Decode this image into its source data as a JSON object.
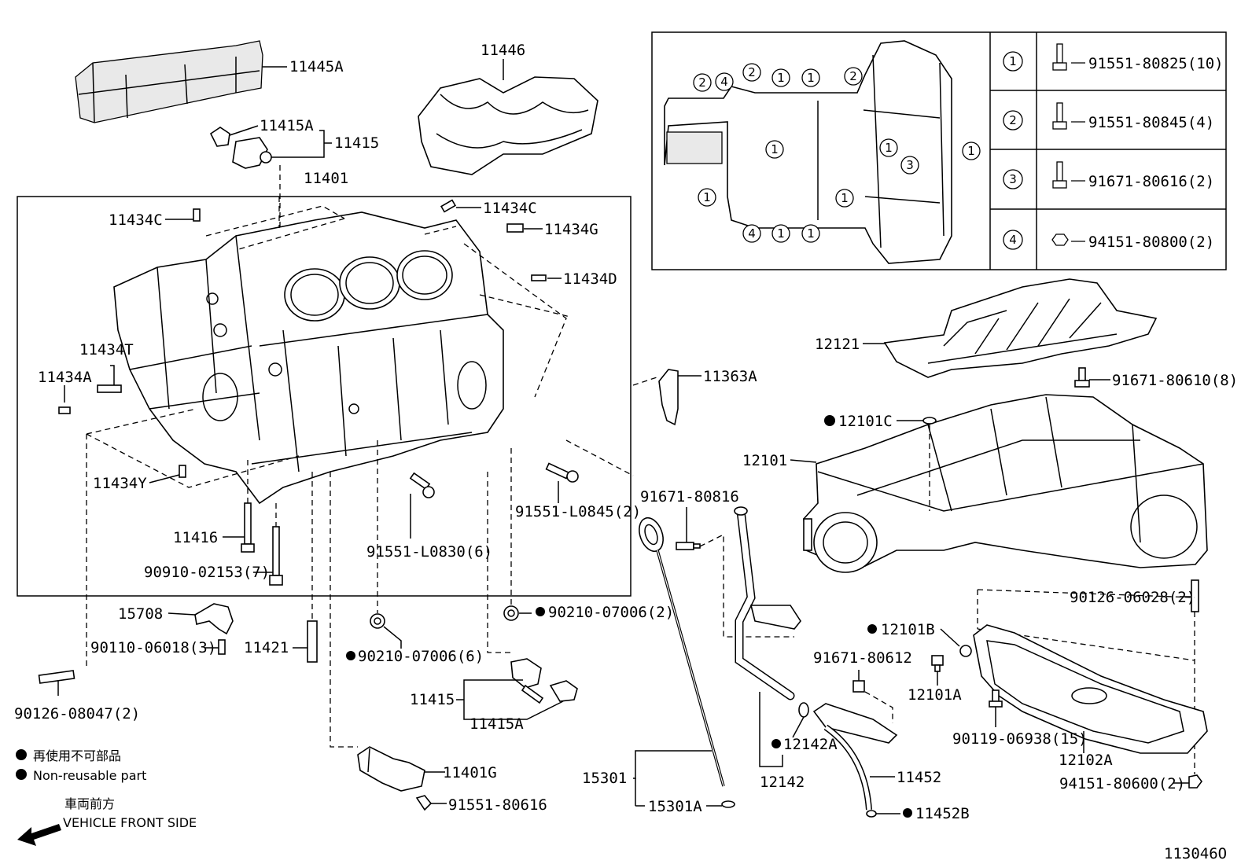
{
  "parts": {
    "p11445A": "11445A",
    "p11446": "11446",
    "p11415A_top": "11415A",
    "p11415_top": "11415",
    "p11401": "11401",
    "p11434C_left": "11434C",
    "p11434C_right": "11434C",
    "p11434G": "11434G",
    "p11434D": "11434D",
    "p11434T": "11434T",
    "p11434A": "11434A",
    "p11434Y": "11434Y",
    "p11416": "11416",
    "p90910": "90910-02153(7)",
    "p91551_L0830": "91551-L0830(6)",
    "p91551_L0845": "91551-L0845(2)",
    "p15708": "15708",
    "p90110": "90110-06018(3)",
    "p11421": "11421",
    "p90126_08047": "90126-08047(2)",
    "p90210_6": "90210-07006(6)",
    "p90210_2": "90210-07006(2)",
    "p11415_bot": "11415",
    "p11415A_bot": "11415A",
    "p11401G": "11401G",
    "p91551_80616": "91551-80616",
    "p11363A": "11363A",
    "p12121": "12121",
    "p91671_80610": "91671-80610(8)",
    "p12101C": "12101C",
    "p12101": "12101",
    "p91671_80816": "91671-80816",
    "p90126_06028": "90126-06028(2)",
    "p12101B": "12101B",
    "p91671_80612": "91671-80612",
    "p12101A": "12101A",
    "p90119": "90119-06938(15)",
    "p12102A": "12102A",
    "p94151_80600": "94151-80600(2)",
    "p12142A": "12142A",
    "p12142": "12142",
    "p11452": "11452",
    "p11452B": "11452B",
    "p15301": "15301",
    "p15301A": "15301A"
  },
  "bolt_table": [
    {
      "num": "1",
      "part": "91551-80825(10)"
    },
    {
      "num": "2",
      "part": "91551-80845(4)"
    },
    {
      "num": "3",
      "part": "91671-80616(2)"
    },
    {
      "num": "4",
      "part": "94151-80800(2)"
    }
  ],
  "inset_markers": [
    "2",
    "2",
    "4",
    "1",
    "1",
    "2",
    "1",
    "1",
    "3",
    "1",
    "1",
    "1",
    "4",
    "1",
    "1"
  ],
  "legend": {
    "jp_nonreuse": "再使用不可部品",
    "en_nonreuse": "Non-reusable part",
    "jp_front": "車両前方",
    "en_front": "VEHICLE FRONT SIDE"
  },
  "diagram_id": "113046O"
}
